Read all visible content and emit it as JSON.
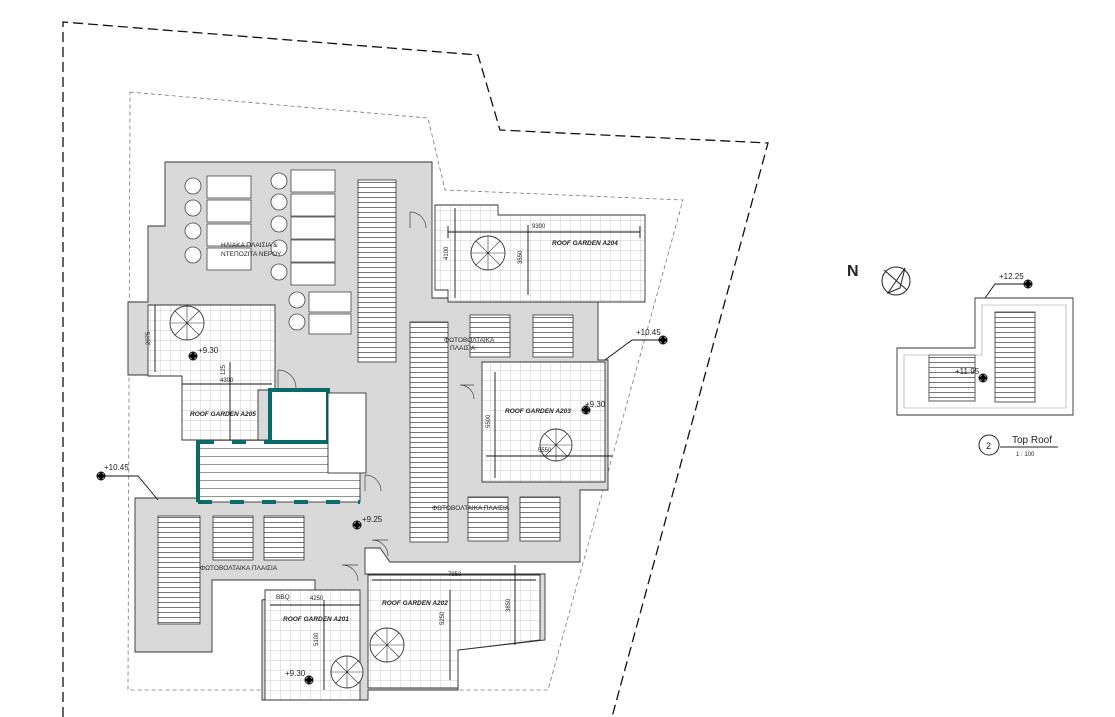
{
  "north": {
    "label": "N"
  },
  "levels": {
    "l1045_right": "+10.45",
    "l1045_left": "+10.45",
    "l930_a205": "+9.30",
    "l930_a203": "+9.30",
    "l930_a201": "+9.30",
    "l925": "+9.25",
    "l1225": "+12.25",
    "l1195": "+11.95"
  },
  "rooms": {
    "a204": "ROOF GARDEN A204",
    "a205": "ROOF GARDEN A205",
    "a203": "ROOF GARDEN A203",
    "a202": "ROOF GARDEN A202",
    "a201": "ROOF GARDEN A201",
    "solar_line1": "ΗΛΙΑΚΑ ΠΛΑΙΣΙΑ &",
    "solar_line2": "ΝΤΕΠΟΖΙΤΑ ΝΕΡΟΥ",
    "pv_mid_line1": "ΦΩΤΟΒΟΛΤΑΙΚΑ",
    "pv_mid_line2": "ΠΛΑΙΣΙΑ",
    "pv_right": "ΦΩΤΟΒΟΛΤΑΙΚΑ ΠΛΑΙΣΙΑ",
    "pv_left": "ΦΩΤΟΒΟΛΤΑΙΚΑ ΠΛΑΙΣΙΑ",
    "bbq": "BBQ"
  },
  "dims": {
    "d9300": "9300",
    "d4100": "4100",
    "d3550": "3550",
    "d2075": "2075",
    "d125": "125",
    "d4300": "4300",
    "d5500": "5500",
    "d5550": "5550",
    "d7850": "7850",
    "d3850": "3850",
    "d5250": "5250",
    "d4250": "4250",
    "d5100": "5100"
  },
  "view": {
    "number": "2",
    "title": "Top Roof",
    "scale": "1 : 100"
  }
}
